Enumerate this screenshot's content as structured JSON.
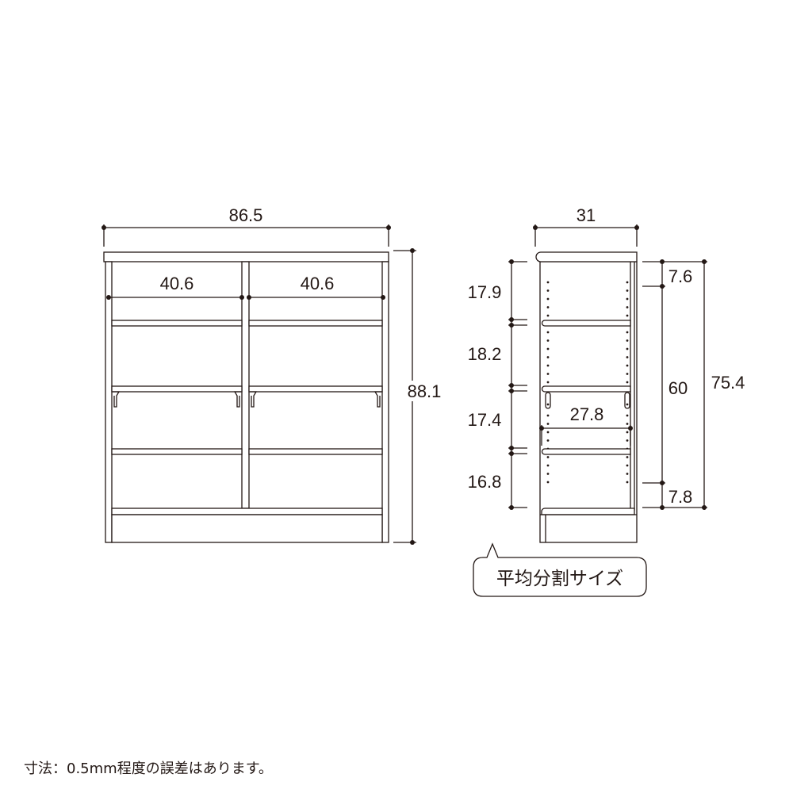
{
  "front_view": {
    "overall_width": "86.5",
    "overall_height": "88.1",
    "inner_width_left": "40.6",
    "inner_width_right": "40.6"
  },
  "side_view": {
    "depth": "31",
    "shelf_depth": "27.8",
    "shelf_spacing": [
      "17.9",
      "18.2",
      "17.4",
      "16.8"
    ],
    "top_offset": "7.6",
    "adjustable_range": "60",
    "bottom_offset": "7.8",
    "interior_height": "75.4"
  },
  "callout": {
    "label": "平均分割サイズ"
  },
  "footnote": "寸法：0.5mm程度の誤差はあります。",
  "colors": {
    "line": "#231815",
    "background": "#ffffff"
  }
}
